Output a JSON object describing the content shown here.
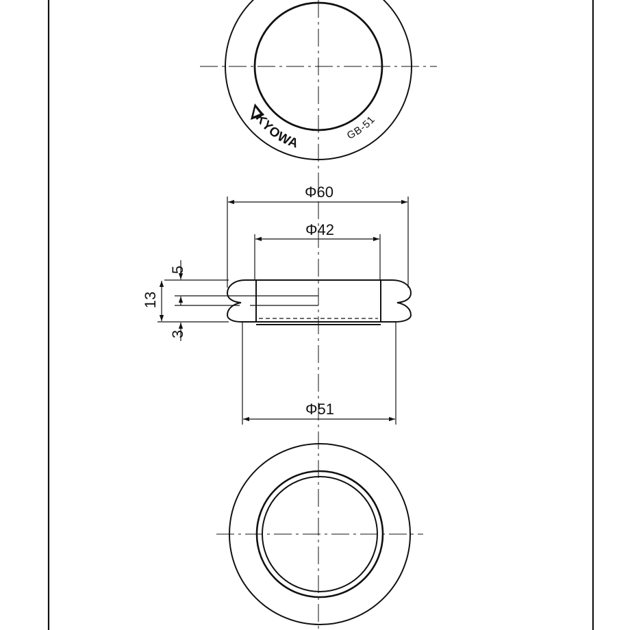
{
  "drawing": {
    "top_view": {
      "brand": "KYOWA",
      "model": "GB-51",
      "logo": "kyowa-logo-mark"
    },
    "dimensions": {
      "outer_diameter": "Φ60",
      "inner_diameter": "Φ42",
      "mount_diameter": "Φ51",
      "flange_thickness": "5",
      "total_height": "13",
      "lip_height": "3"
    },
    "line_color": "#111111",
    "background": "#ffffff"
  }
}
